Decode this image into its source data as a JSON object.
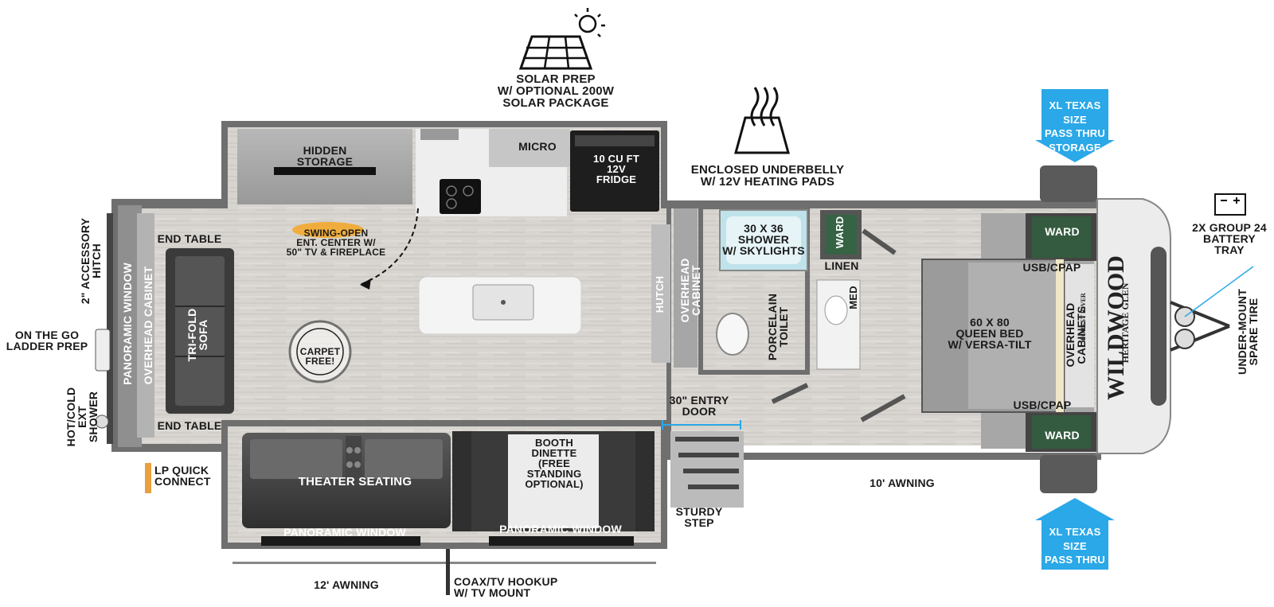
{
  "features": {
    "solar": "SOLAR PREP\nW/ OPTIONAL 200W\nSOLAR PACKAGE",
    "underbelly": "ENCLOSED UNDERBELLY\nW/ 12V HEATING PADS",
    "accessory_hitch": "2\" ACCESSORY\nHITCH",
    "ladder": "ON THE GO\nLADDER PREP",
    "ext_shower": "HOT/COLD\nEXT SHOWER",
    "lp": "LP QUICK\nCONNECT",
    "awning_12": "12' AWNING",
    "coax": "COAX/TV HOOKUP\nW/ TV MOUNT",
    "awning_10": "10' AWNING",
    "entry_door": "30\" ENTRY\nDOOR",
    "sturdy_step": "STURDY\nSTEP",
    "battery": "2X GROUP 24\nBATTERY\nTRAY",
    "spare_tire": "UNDER-MOUNT\nSPARE TIRE",
    "pass_thru_top": "XL TEXAS SIZE\nPASS THRU\nSTORAGE",
    "pass_thru_bottom": "XL TEXAS SIZE\nPASS THRU\nSTORAGE"
  },
  "rooms": {
    "hidden_storage": "HIDDEN\nSTORAGE",
    "micro": "MICRO",
    "fridge": "10 CU FT\n12V\nFRIDGE",
    "ent_center": "SWING-OPEN\nENT. CENTER W/\n50\" TV & FIREPLACE",
    "end_table_top": "END TABLE",
    "end_table_bottom": "END TABLE",
    "panoramic_rear": "PANORAMIC WINDOW",
    "overhead_rear": "OVERHEAD CABINET",
    "sofa": "TRI-FOLD\nSOFA",
    "carpet_free": "CARPET FREE!",
    "hutch": "HUTCH",
    "overhead_cabinet": "OVERHEAD CABINET",
    "shower": "30 X 36\nSHOWER\nW/ SKYLIGHTS",
    "ward_bath": "WARD",
    "linen": "LINEN",
    "med": "MED",
    "toilet": "PORCELAIN\nTOILET",
    "ward_top": "WARD",
    "usb_top": "USB/CPAP",
    "bed": "60 X 80\nQUEEN BED\nW/ VERSA-TILT",
    "overhead_cabinets": "OVERHEAD\nCABINETS",
    "usb_bottom": "USB/CPAP",
    "ward_bottom": "WARD",
    "theater": "THEATER SEATING",
    "dinette": "BOOTH\nDINETTE\n(FREE\nSTANDING\nOPTIONAL)",
    "panoramic_left": "PANORAMIC WINDOW",
    "panoramic_right": "PANORAMIC WINDOW"
  },
  "logo": {
    "brand": "WILDWOOD",
    "line1": "FOREST RIVER",
    "line2": "HERITAGE GLEN"
  },
  "colors": {
    "floor": "#d9d6d2",
    "wall": "#7d7d7d",
    "blue_arrow": "#2aa8e8",
    "cabinet": "#a9a9a9",
    "dark_furniture": "#3a3a3a"
  }
}
